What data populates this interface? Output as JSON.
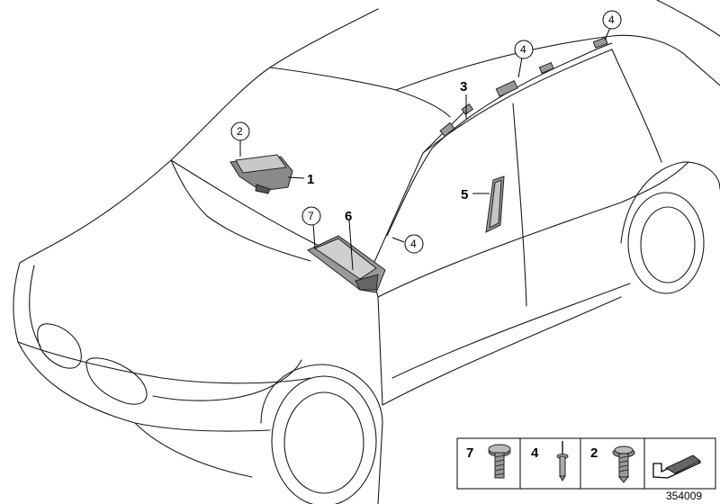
{
  "callouts": [
    {
      "id": "airbag-module",
      "label": "1",
      "circled": false
    },
    {
      "id": "airbag-fastener-top",
      "label": "2",
      "circled": true
    },
    {
      "id": "head-airbag",
      "label": "3",
      "circled": false
    },
    {
      "id": "rivet-roof-front",
      "label": "4",
      "circled": true
    },
    {
      "id": "rivet-roof-rear",
      "label": "4",
      "circled": true
    },
    {
      "id": "rivet-pillar",
      "label": "4",
      "circled": true
    },
    {
      "id": "crash-sensor",
      "label": "5",
      "circled": false
    },
    {
      "id": "knee-airbag",
      "label": "6",
      "circled": false
    },
    {
      "id": "screw-knee",
      "label": "7",
      "circled": true
    }
  ],
  "legend": {
    "items": [
      {
        "label": "7",
        "icon": "torx-screw-icon"
      },
      {
        "label": "4",
        "icon": "blind-rivet-icon"
      },
      {
        "label": "2",
        "icon": "flange-screw-icon"
      }
    ],
    "direction_icon": "forward-direction-arrow-icon"
  },
  "diagram_id": "354009",
  "colors": {
    "line": "#1a1a1a",
    "part_fill": "#8a8a8a",
    "part_light": "#c8c8c8",
    "background": "#ffffff"
  }
}
